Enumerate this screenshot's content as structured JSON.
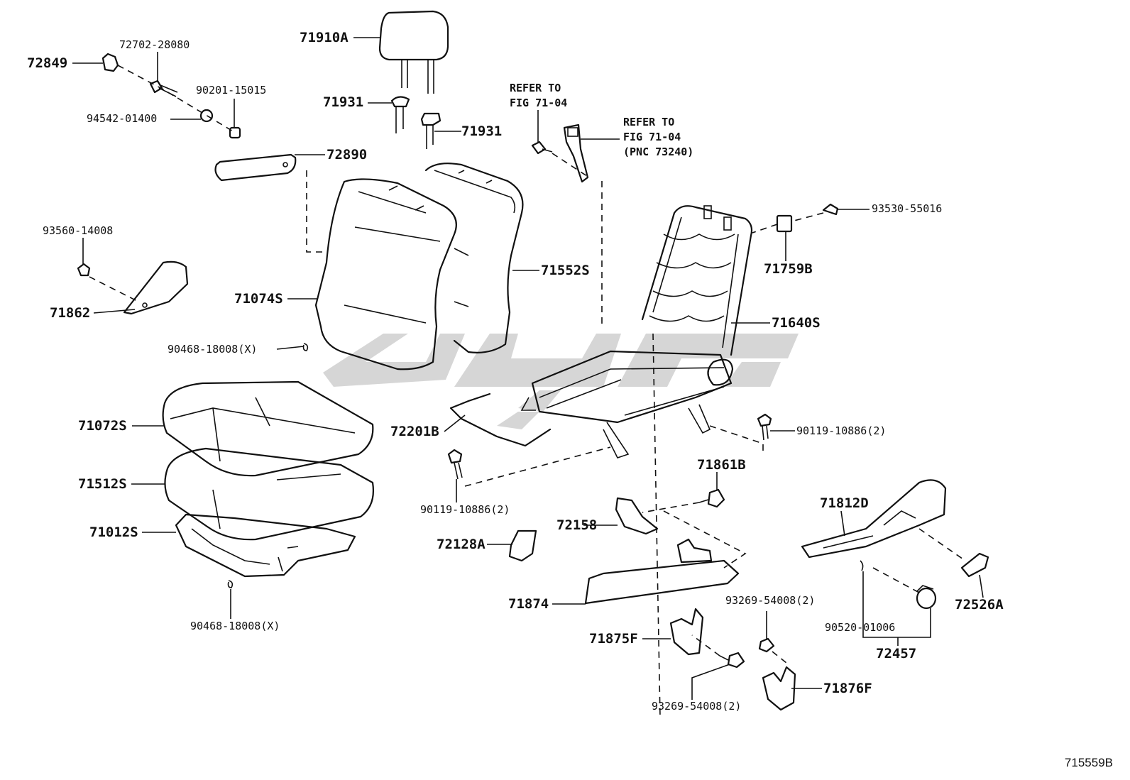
{
  "labels": {
    "l72849": "72849",
    "l72702": "72702-28080",
    "l90201": "90201-15015",
    "l94542": "94542-01400",
    "l72890": "72890",
    "l71910a": "71910A",
    "l71931a": "71931",
    "l71931b": "71931",
    "refer1_line1": "REFER TO",
    "refer1_line2": "FIG 71-04",
    "refer2_line1": "REFER TO",
    "refer2_line2": "FIG 71-04",
    "refer2_line3": "(PNC 73240)",
    "l93530": "93530-55016",
    "l71759b": "71759B",
    "l93560": "93560-14008",
    "l71862": "71862",
    "l71074s": "71074S",
    "l71552s": "71552S",
    "l71640s": "71640S",
    "l90468a": "90468-18008(X)",
    "l71072s": "71072S",
    "l72201b": "72201B",
    "l90119a": "90119-10886(2)",
    "l71512s": "71512S",
    "l90119b": "90119-10886(2)",
    "l71861b": "71861B",
    "l71012s": "71012S",
    "l72158": "72158",
    "l71812d": "71812D",
    "l72128a": "72128A",
    "l71874": "71874",
    "l93269a": "93269-54008(2)",
    "l72526a": "72526A",
    "l90520": "90520-01006",
    "l90468b": "90468-18008(X)",
    "l71875f": "71875F",
    "l72457": "72457",
    "l93269b": "93269-54008(2)",
    "l71876f": "71876F"
  },
  "drawing_number": "715559B"
}
